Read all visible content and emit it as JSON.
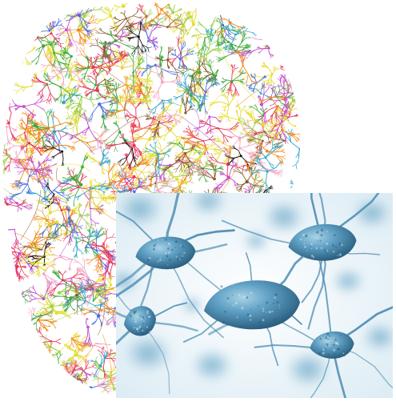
{
  "images": [
    {
      "name": "connectome-illustration",
      "kind": "multicolored neuron branching map",
      "palette": [
        "#e4dc2a",
        "#f08a1c",
        "#e8325a",
        "#3aa83a",
        "#2fa7c8",
        "#8a5a2b",
        "#c24bc8",
        "#4a6fe0",
        "#111111",
        "#f2a7c3",
        "#9ed04a"
      ]
    },
    {
      "name": "neuron-cells-photo",
      "kind": "3D render of blue neuron cells",
      "palette": [
        "#2f6f93",
        "#4f93b8",
        "#8dc1da",
        "#cde4ef",
        "#ffffff"
      ]
    }
  ]
}
